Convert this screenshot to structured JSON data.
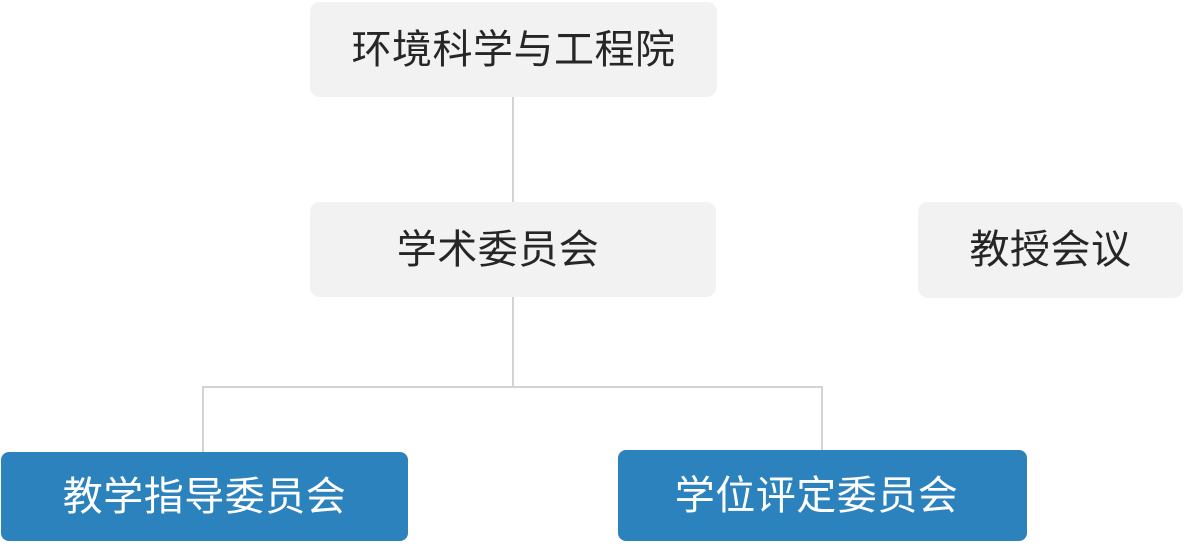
{
  "diagram": {
    "type": "org-chart",
    "background": "#ffffff",
    "node_styles": {
      "light": {
        "bg": "#f2f2f2",
        "text": "#262626"
      },
      "blue": {
        "bg": "#2b82bd",
        "text": "#ffffff"
      }
    },
    "connector_color": "#d3d3d3",
    "nodes": {
      "root": {
        "label": "环境科学与工程院",
        "style": "light"
      },
      "academic": {
        "label": "学术委员会",
        "style": "light"
      },
      "professor": {
        "label": "教授会议",
        "style": "light"
      },
      "teaching": {
        "label": "教学指导委员会",
        "style": "blue"
      },
      "degree": {
        "label": "学位评定委员会",
        "style": "blue"
      }
    },
    "edges": [
      {
        "from": "root",
        "to": "academic"
      },
      {
        "from": "academic",
        "to": "teaching"
      },
      {
        "from": "academic",
        "to": "degree"
      }
    ]
  }
}
